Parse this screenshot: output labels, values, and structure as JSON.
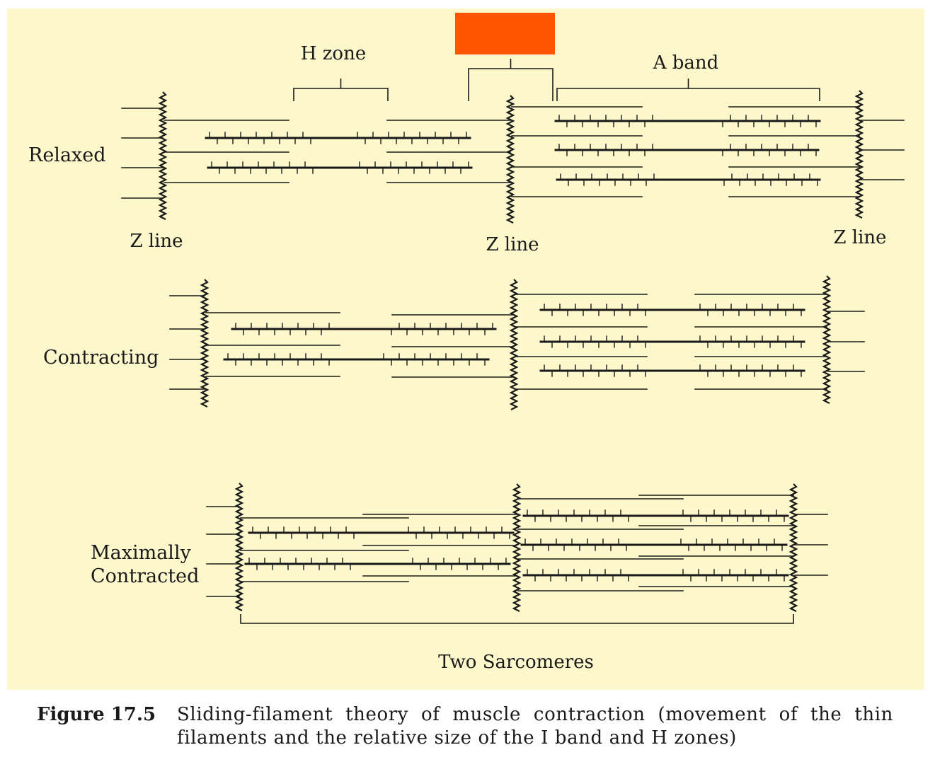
{
  "colors": {
    "panel_bg": "#fdf7cc",
    "highlight": "#ff5500",
    "ink": "#1a1a1a"
  },
  "labels": {
    "h_zone": "H zone",
    "a_band": "A band",
    "z_line_left": "Z line",
    "z_line_mid": "Z line",
    "z_line_right": "Z line",
    "relaxed": "Relaxed",
    "contracting": "Contracting",
    "max_line1": "Maximally",
    "max_line2": "Contracted",
    "two_sarcomeres": "Two Sarcomeres"
  },
  "caption": {
    "number": "Figure 17.5",
    "text": "Sliding-filament theory of muscle contraction (movement of the thin filaments and the relative size of the I band and H zones)"
  }
}
